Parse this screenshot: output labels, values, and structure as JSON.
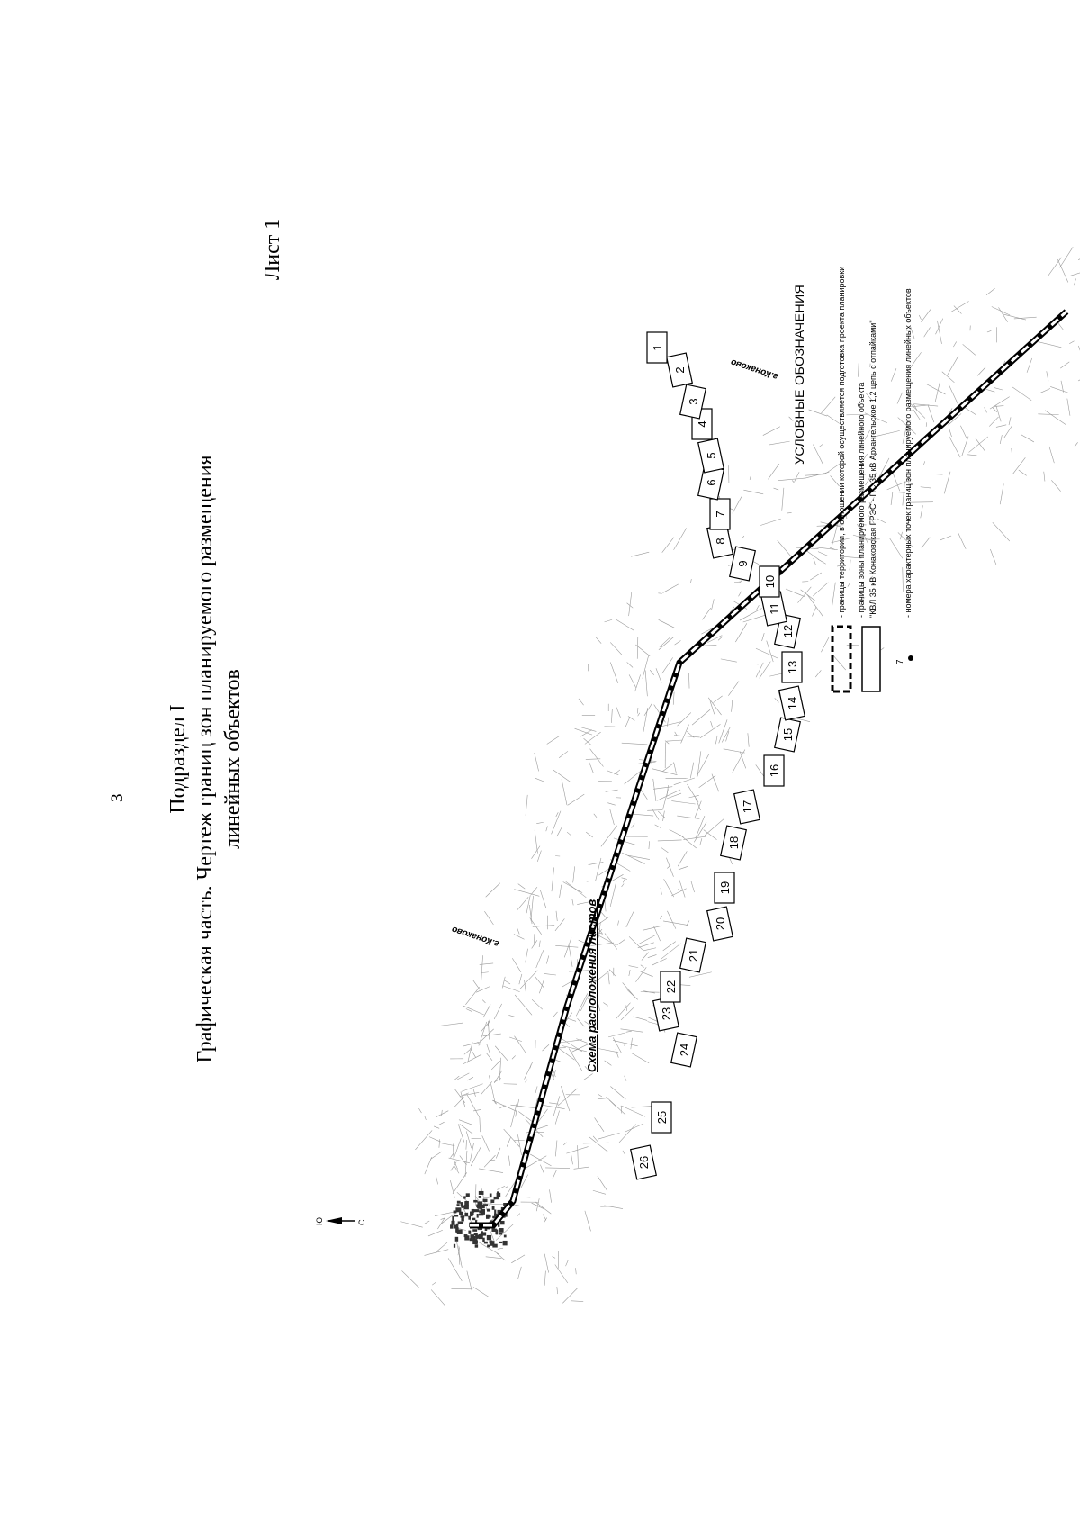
{
  "header": {
    "page_number": "3",
    "subsection": "Подраздел I",
    "title_line_1": "Графическая часть. Чертеж границ зон планируемого размещения",
    "title_line_2": "линейных объектов",
    "sheet_label": "Лист 1"
  },
  "map": {
    "city_labels": [
      "г.Конаково",
      "г.Конаково"
    ],
    "compass": {
      "north": "С",
      "south": "Ю"
    }
  },
  "legend": {
    "title": "УСЛОВНЫЕ ОБОЗНАЧЕНИЯ",
    "items": [
      {
        "symbol": "dashed-rect",
        "text": "- границы территории, в отношении которой осуществляется подготовка проекта планировки"
      },
      {
        "symbol": "solid-rect",
        "text": "- границы зоны планируемого размещения линейного объекта"
      },
      {
        "symbol": "solid-rect-2",
        "text": "\"КВЛ 35 кВ Конаковская ГРЭС - ПС 35 кВ Архангельское 1,2 цепь с отпайками\""
      },
      {
        "symbol": "point",
        "marker_label": "7",
        "text": "- номера характерных точек границ зон планируемого размещения линейных объектов"
      }
    ]
  },
  "sheet_layout": {
    "title": "Схема расположения листов",
    "sheets": [
      "1",
      "2",
      "3",
      "4",
      "5",
      "6",
      "7",
      "8",
      "9",
      "10",
      "11",
      "12",
      "13",
      "14",
      "15",
      "16",
      "17",
      "18",
      "19",
      "20",
      "21",
      "22",
      "23",
      "24",
      "25",
      "26"
    ]
  },
  "colors": {
    "ink": "#000000",
    "paper": "#ffffff",
    "map_noise": "#9a9a9a"
  }
}
